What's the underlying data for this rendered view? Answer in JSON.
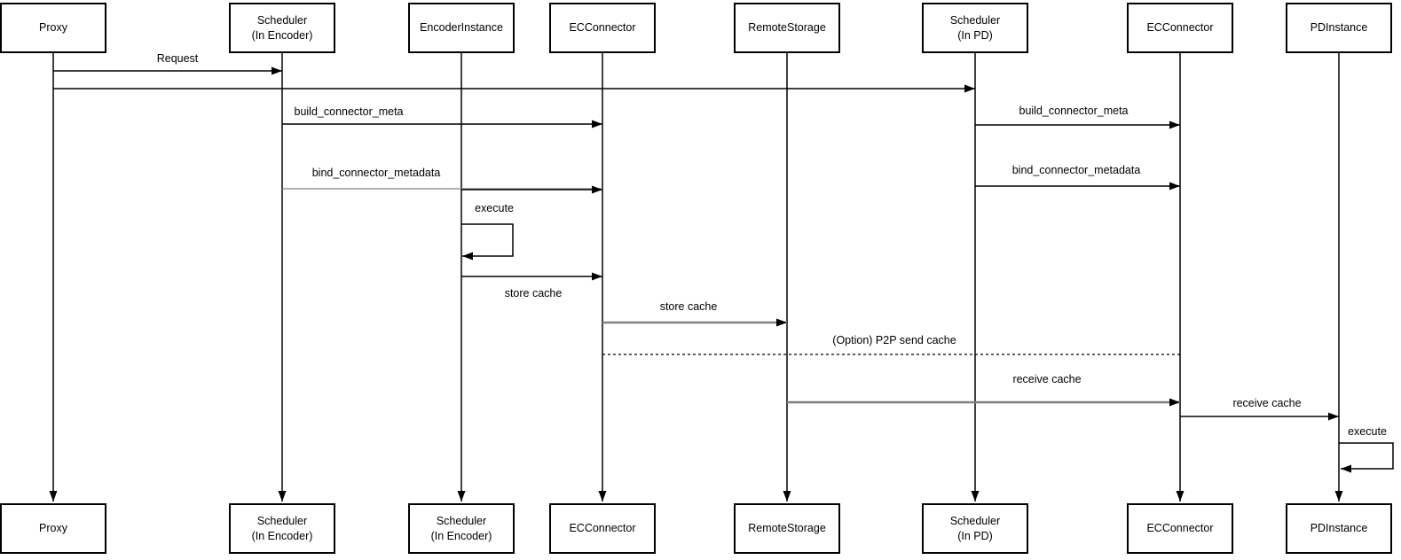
{
  "diagram": {
    "actors_top": [
      {
        "label": "Proxy"
      },
      {
        "label": "Scheduler\n(In Encoder)"
      },
      {
        "label": "EncoderInstance"
      },
      {
        "label": "ECConnector"
      },
      {
        "label": "RemoteStorage"
      },
      {
        "label": "Scheduler\n(In PD)"
      },
      {
        "label": "ECConnector"
      },
      {
        "label": "PDInstance"
      }
    ],
    "actors_bottom": [
      {
        "label": "Proxy"
      },
      {
        "label": "Scheduler\n(In Encoder)"
      },
      {
        "label": "Scheduler\n(In Encoder)"
      },
      {
        "label": "ECConnector"
      },
      {
        "label": "RemoteStorage"
      },
      {
        "label": "Scheduler\n(In PD)"
      },
      {
        "label": "ECConnector"
      },
      {
        "label": "PDInstance"
      }
    ],
    "messages": {
      "request": "Request",
      "build_connector_meta_left": "build_connector_meta",
      "bind_connector_metadata_left": "bind_connector_metadata",
      "build_connector_meta_right": "build_connector_meta",
      "bind_connector_metadata_right": "bind_connector_metadata",
      "execute_encoder": "execute",
      "store_cache_encoder_to_ec": "store cache",
      "store_cache_ec_to_remote": "store cache",
      "p2p_send_cache": "(Option) P2P send cache",
      "receive_cache_remote_to_ec": "receive cache",
      "receive_cache_ec_to_pd": "receive cache",
      "execute_pd": "execute"
    },
    "colors": {
      "line": "#000000",
      "cache_transfer_line": "#808080",
      "background": "#ffffff"
    }
  }
}
